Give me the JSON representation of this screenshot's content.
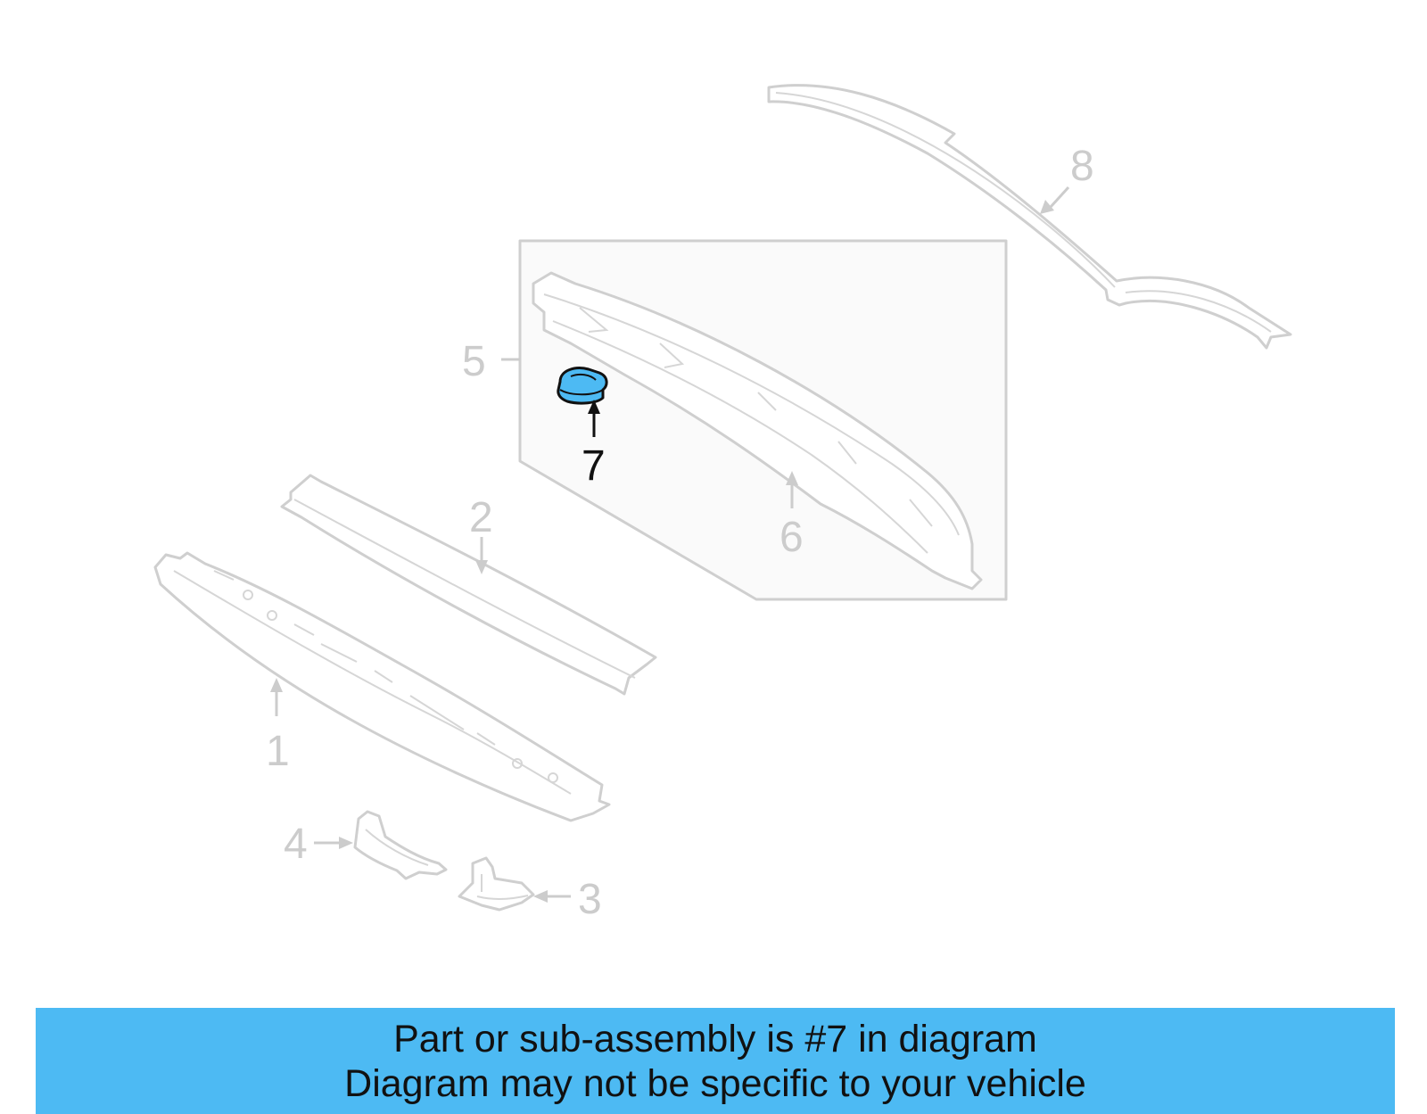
{
  "callouts": {
    "c1": "1",
    "c2": "2",
    "c3": "3",
    "c4": "4",
    "c5": "5",
    "c6": "6",
    "c7": "7",
    "c8": "8"
  },
  "highlight_part": "7",
  "colors": {
    "highlight_fill": "#4dbaf3",
    "banner_background": "#4dbaf3",
    "line_gray": "#cccccc",
    "active_black": "#111111"
  },
  "banner": {
    "line1": "Part or sub-assembly is #7 in diagram",
    "line2": "Diagram may not be specific to your vehicle"
  }
}
